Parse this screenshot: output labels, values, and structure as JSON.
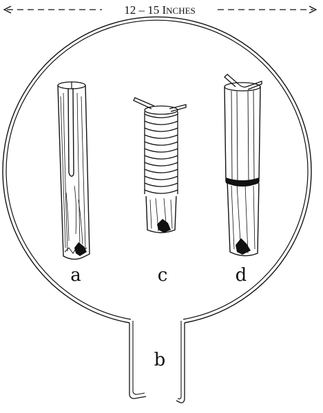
{
  "dimension": {
    "text_main": "12 – 15 I",
    "text_caps": "NCHES"
  },
  "labels": {
    "a": "a",
    "b": "b",
    "c": "c",
    "d": "d"
  },
  "colors": {
    "ink": "#111111",
    "paper": "#ffffff"
  }
}
